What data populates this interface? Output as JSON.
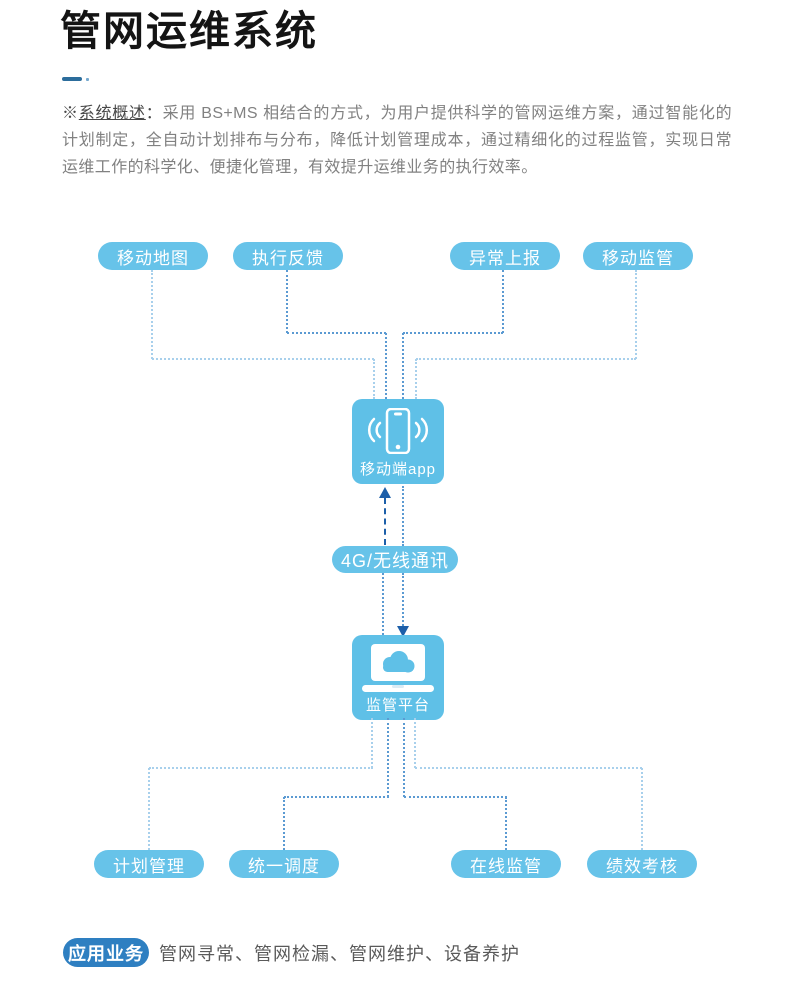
{
  "page": {
    "title": "管网运维系统"
  },
  "overview": {
    "prefix": "※",
    "lead": "系统概述",
    "colon": "：",
    "body": "采用 BS+MS 相结合的方式，为用户提供科学的管网运维方案，通过智能化的计划制定，全自动计划排布与分布，降低计划管理成本，通过精细化的过程监管，实现日常运维工作的科学化、便捷化管理，有效提升运维业务的执行效率。"
  },
  "diagram": {
    "top_nodes": [
      "移动地图",
      "执行反馈",
      "异常上报",
      "移动监管"
    ],
    "phone_label": "移动端app",
    "link_label": "4G/无线通讯",
    "platform_label": "监管平台",
    "bottom_nodes": [
      "计划管理",
      "统一调度",
      "在线监管",
      "绩效考核"
    ]
  },
  "footer": {
    "badge": "应用业务",
    "items": "管网寻常、管网检漏、管网维护、设备养护"
  },
  "colors": {
    "node_blue": "#67c3e9",
    "box_blue": "#5fc0e7",
    "badge_blue": "#2e7fc1",
    "arrow_navy": "#1d5fa9",
    "connector_light": "#a8d0ec",
    "connector_medium": "#5b9ad2",
    "title_dash": "#2c6d9c",
    "title_text": "#141414",
    "body_text": "#818181"
  }
}
